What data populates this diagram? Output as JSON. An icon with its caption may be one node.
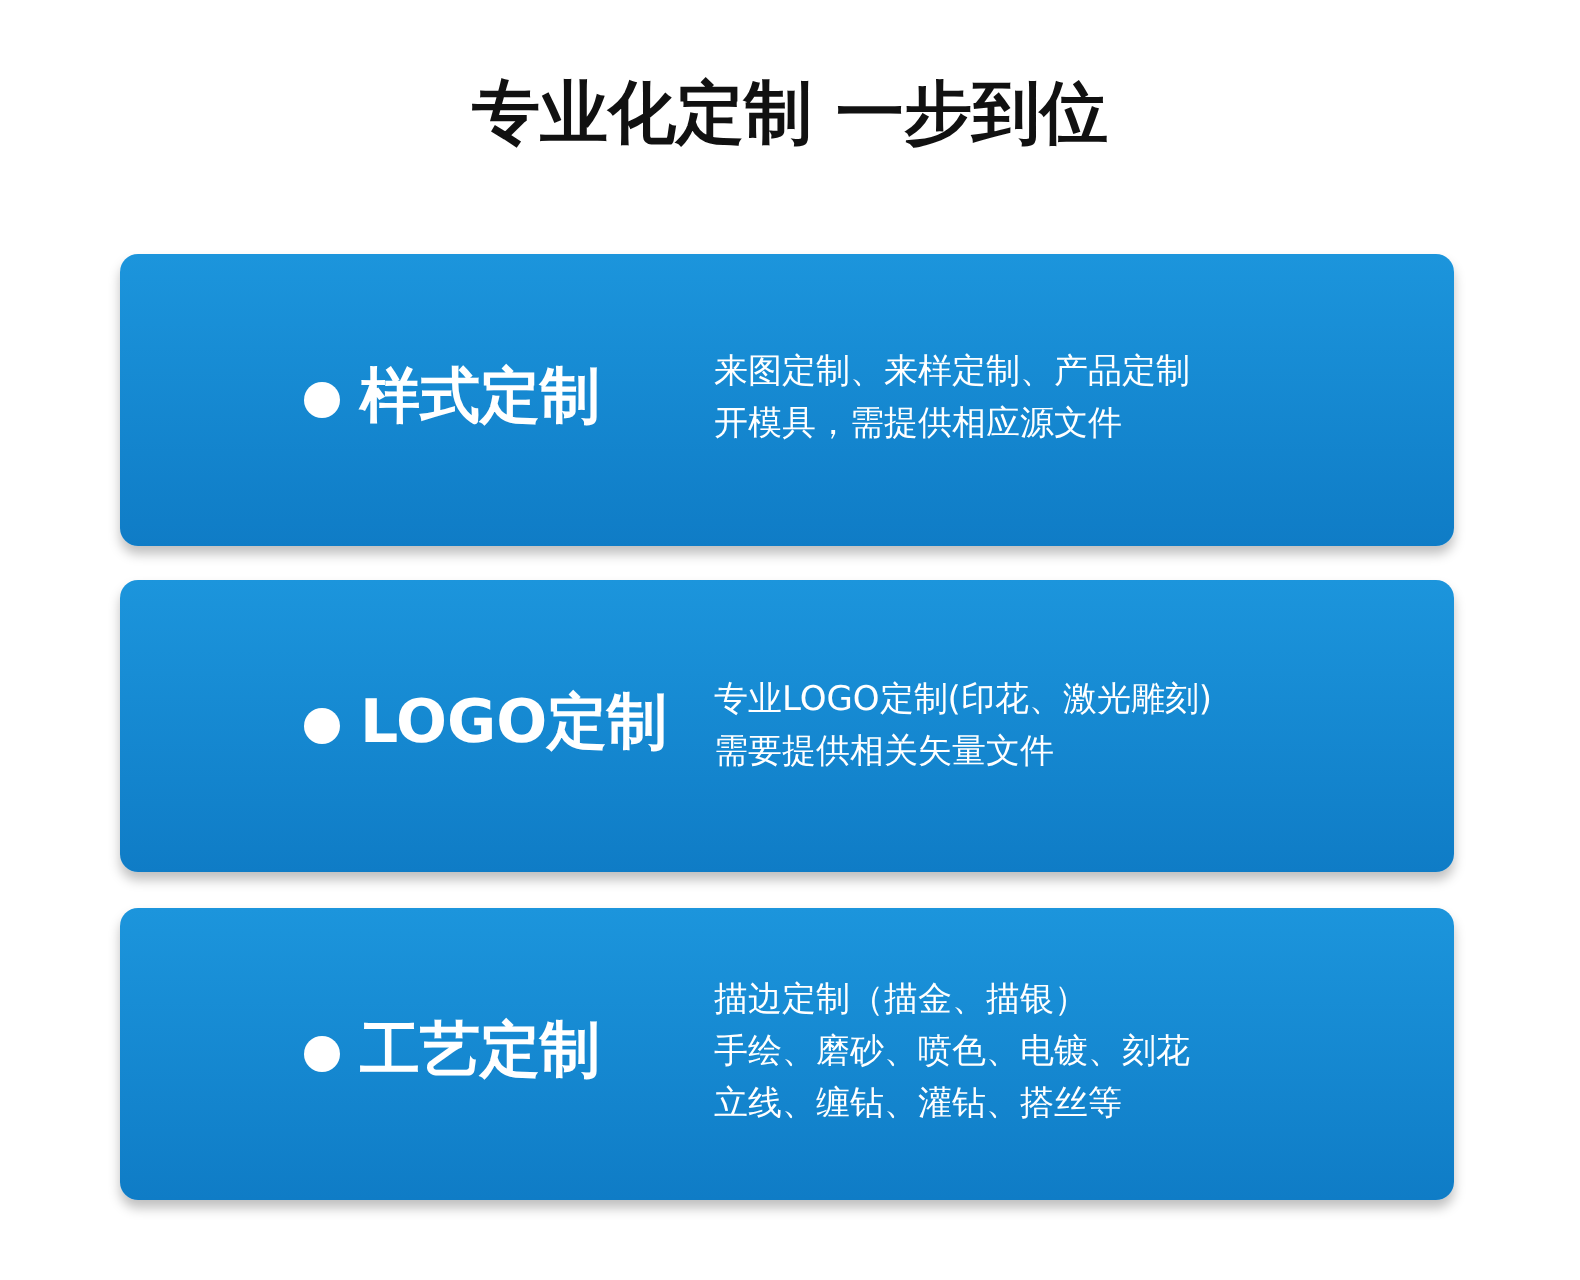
{
  "diagram": {
    "title": "专业化定制 一步到位",
    "nodes": [
      {
        "text": [
          "样式定制",
          "来图定制、来样定制、产品定制开模具，需提供相应源文件"
        ]
      },
      {
        "text": [
          "LOGO定制",
          "专业LOGO定制(印花、激光雕刻)需要提供相关矢量文件"
        ]
      },
      {
        "text": [
          "工艺定制",
          "描边定制（描金、描银）手绘、磨砂、喷色、电镀、刻花立线、缠钻、灌钻、搭丝等"
        ]
      }
    ]
  }
}
